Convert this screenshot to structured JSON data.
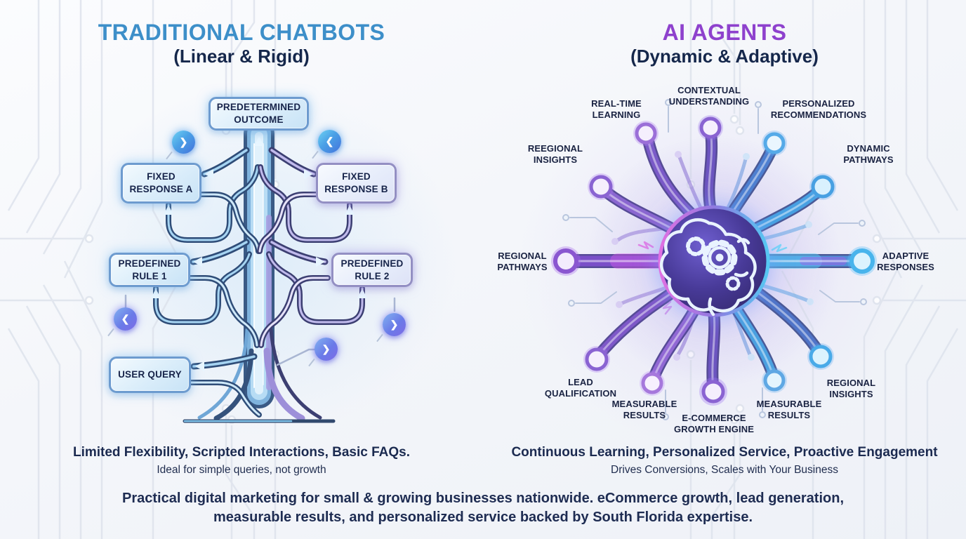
{
  "left": {
    "title": "TRADITIONAL CHATBOTS",
    "subtitle": "(Linear & Rigid)",
    "boxes": {
      "outcome": "PREDETERMINED\nOUTCOME",
      "fixed_a": "FIXED\nRESPONSE A",
      "fixed_b": "FIXED\nRESPONSE B",
      "rule1": "PREDEFINED\nRULE 1",
      "rule2": "PREDEFINED\nRULE 2",
      "query": "USER QUERY"
    },
    "summary": "Limited Flexibility, Scripted Interactions, Basic FAQs.",
    "summary_sub": "Ideal for simple queries, not growth"
  },
  "right": {
    "title": "AI AGENTS",
    "subtitle": "(Dynamic & Adaptive)",
    "labels": {
      "real_time": "REAL-TIME\nLEARNING",
      "contextual": "CONTEXTUAL\nUNDERSTANDING",
      "personalized": "PERSONALIZED\nRECOMMENDATIONS",
      "reegional": "REEGIONAL\nINSIGHTS",
      "dynamic": "DYNAMIC\nPATHWAYS",
      "regional_pathways": "REGIONAL\nPATHWAYS",
      "adaptive": "ADAPTIVE\nRESPONSES",
      "lead": "LEAD\nQUALIFICATION",
      "measurable_left": "MEASURABLE\nRESULTS",
      "ecommerce": "E-COMMERCE\nGROWTH ENGINE",
      "measurable_right": "MEASURABLE\nRESULTS",
      "regional_insights": "REGIONAL\nINSIGHTS"
    },
    "summary": "Continuous Learning, Personalized Service, Proactive Engagement",
    "summary_sub": "Drives Conversions, Scales with Your Business"
  },
  "footer": {
    "line1": "Practical digital marketing for small & growing businesses nationwide. eCommerce growth, lead generation,",
    "line2": "measurable results, and personalized service backed by South Florida expertise."
  },
  "icons": {
    "chevron_right": "❯",
    "chevron_left": "❮",
    "hub": "brain-gear-icon"
  },
  "colors": {
    "accent_blue": "#3d8fc9",
    "accent_purple": "#8e41cd",
    "navy": "#15274b",
    "divider_top": "#49a8dc",
    "divider_bottom": "#6f5ed0"
  }
}
